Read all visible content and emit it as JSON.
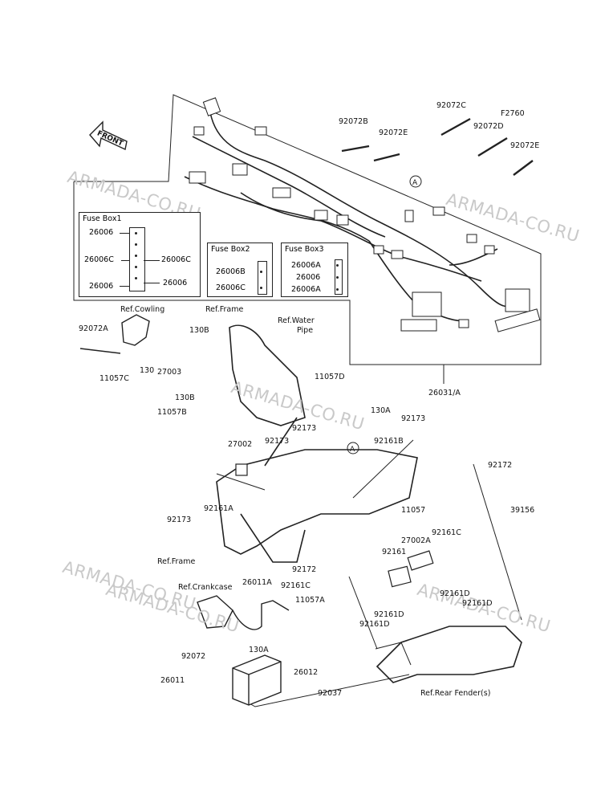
{
  "arrow": {
    "text": "FRONT"
  },
  "watermarks": [
    "ARMADA-CO.RU",
    "ARMADA-CO.RU",
    "ARMADA-CO.RU",
    "ARMADA-CO.RU",
    "ARMADA-CO.RU",
    "ARMADA-CO.RU"
  ],
  "fuse_box_1": {
    "title": "Fuse Box1",
    "left": [
      "26006",
      "26006C",
      "26006"
    ],
    "right": [
      "26006C",
      "26006"
    ]
  },
  "fuse_box_2": {
    "title": "Fuse Box2",
    "rows": [
      "26006B",
      "26006C"
    ]
  },
  "fuse_box_3": {
    "title": "Fuse Box3",
    "rows": [
      "26006A",
      "26006",
      "26006A"
    ]
  },
  "callouts": {
    "a1": "A",
    "a2": "A",
    "p92072C": "92072C",
    "pF2760": "F2760",
    "p92072D": "92072D",
    "p92072E_r": "92072E",
    "p92072B": "92072B",
    "p92072E": "92072E",
    "ref_cowling": "Ref.Cowling",
    "ref_frame_top": "Ref.Frame",
    "ref_water_pipe_1": "Ref.Water",
    "ref_water_pipe_2": "Pipe",
    "p92072A": "92072A",
    "p11057C": "11057C",
    "p130": "130",
    "p130B_1": "130B",
    "p27003": "27003",
    "p11057D": "11057D",
    "p130B_2": "130B",
    "p11057B": "11057B",
    "p26031A": "26031/A",
    "p130A_1": "130A",
    "p92173_r": "92173",
    "p92173_m": "92173",
    "p92161B": "92161B",
    "p27002": "27002",
    "p92173_c": "92173",
    "p92161A": "92161A",
    "p92173_l": "92173",
    "p92172_r": "92172",
    "p11057": "11057",
    "p39156": "39156",
    "p92161C_r": "92161C",
    "p27002A": "27002A",
    "p92161": "92161",
    "ref_frame_bot": "Ref.Frame",
    "p92172_m": "92172",
    "p92161C": "92161C",
    "p11057A": "11057A",
    "p92161D_1": "92161D",
    "p92161D_2": "92161D",
    "p92161D_3": "92161D",
    "p92161D_4": "92161D",
    "ref_crankcase": "Ref.Crankcase",
    "p26011A": "26011A",
    "p130A_2": "130A",
    "p92072": "92072",
    "p26012": "26012",
    "p26011": "26011",
    "p92037": "92037",
    "ref_rear_fender": "Ref.Rear Fender(s)"
  }
}
